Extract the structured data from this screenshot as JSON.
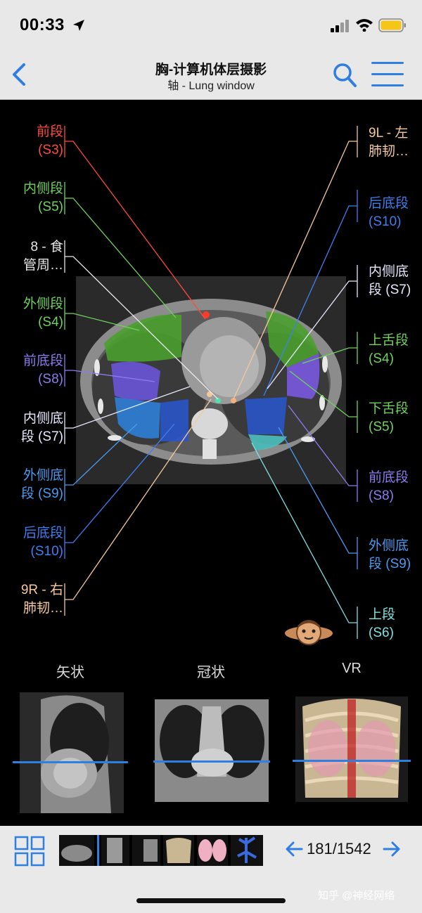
{
  "status_bar": {
    "time": "00:33"
  },
  "nav": {
    "title": "胸-计算机体层摄影",
    "subtitle": "轴 - Lung window"
  },
  "segments_left": [
    {
      "text": "前段\n(S3)",
      "color": "#ff4a3d"
    },
    {
      "text": "内侧段\n(S5)",
      "color": "#6fd35a"
    },
    {
      "text": "8 - 食\n管周…",
      "color": "#e8e8e8"
    },
    {
      "text": "外侧段\n(S4)",
      "color": "#6fd35a"
    },
    {
      "text": "前底段\n(S8)",
      "color": "#8d7cf0"
    },
    {
      "text": "内侧底\n段 (S7)",
      "color": "#e8e8ff"
    },
    {
      "text": "外侧底\n段 (S9)",
      "color": "#4a9bf0"
    },
    {
      "text": "后底段\n(S10)",
      "color": "#3f7ff0"
    },
    {
      "text": "9R - 右\n肺韧…",
      "color": "#f5c89a"
    }
  ],
  "segments_right": [
    {
      "text": "9L - 左\n肺韧…",
      "color": "#f5c89a"
    },
    {
      "text": "后底段\n(S10)",
      "color": "#3f7ff0"
    },
    {
      "text": "内侧底\n段 (S7)",
      "color": "#e8e8ff"
    },
    {
      "text": "上舌段\n(S4)",
      "color": "#6fd35a"
    },
    {
      "text": "下舌段\n(S5)",
      "color": "#6fd35a"
    },
    {
      "text": "前底段\n(S8)",
      "color": "#8d7cf0"
    },
    {
      "text": "外侧底\n段 (S9)",
      "color": "#4a9bf0"
    },
    {
      "text": "上段\n(S6)",
      "color": "#7fe0e0"
    }
  ],
  "thumbnails": {
    "sagittal": "矢状",
    "coronal": "冠状",
    "vr": "VR"
  },
  "toolbar": {
    "page_counter": "181/1542",
    "watermark": "知乎 @神经网络"
  },
  "colors": {
    "accent": "#2f7fe0",
    "chrome_bg": "#e8e8e8"
  }
}
